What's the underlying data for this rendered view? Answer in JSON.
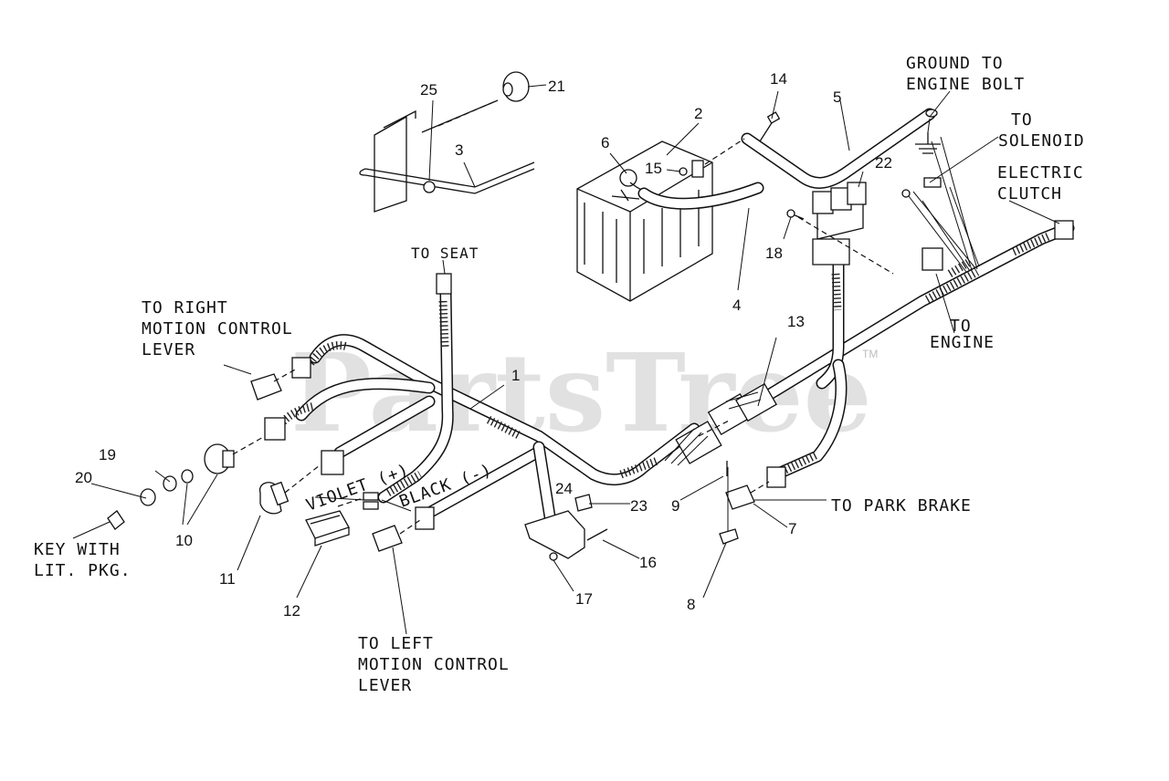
{
  "watermark": {
    "text": "PartsTree",
    "mark": "TM"
  },
  "labels": {
    "ground_l1": "GROUND TO",
    "ground_l2": "ENGINE BOLT",
    "solenoid_l1": "TO",
    "solenoid_l2": "SOLENOID",
    "clutch_l1": "ELECTRIC",
    "clutch_l2": "CLUTCH",
    "seat": "TO SEAT",
    "right_l1": "TO RIGHT",
    "right_l2": "MOTION CONTROL",
    "right_l3": "LEVER",
    "engine_l1": "TO",
    "engine_l2": "ENGINE",
    "park": "TO PARK BRAKE",
    "violet": "VIOLET (+)",
    "black": "BLACK (-)",
    "key_l1": "KEY WITH",
    "key_l2": "LIT. PKG.",
    "left_l1": "TO LEFT",
    "left_l2": "MOTION CONTROL",
    "left_l3": "LEVER"
  },
  "callouts": {
    "c1": "1",
    "c2": "2",
    "c3": "3",
    "c4": "4",
    "c5": "5",
    "c6": "6",
    "c7": "7",
    "c8": "8",
    "c9": "9",
    "c10": "10",
    "c11": "11",
    "c12": "12",
    "c13": "13",
    "c14": "14",
    "c15": "15",
    "c16": "16",
    "c17": "17",
    "c18": "18",
    "c19": "19",
    "c20": "20",
    "c21": "21",
    "c22": "22",
    "c23": "23",
    "c24": "24",
    "c25": "25"
  }
}
